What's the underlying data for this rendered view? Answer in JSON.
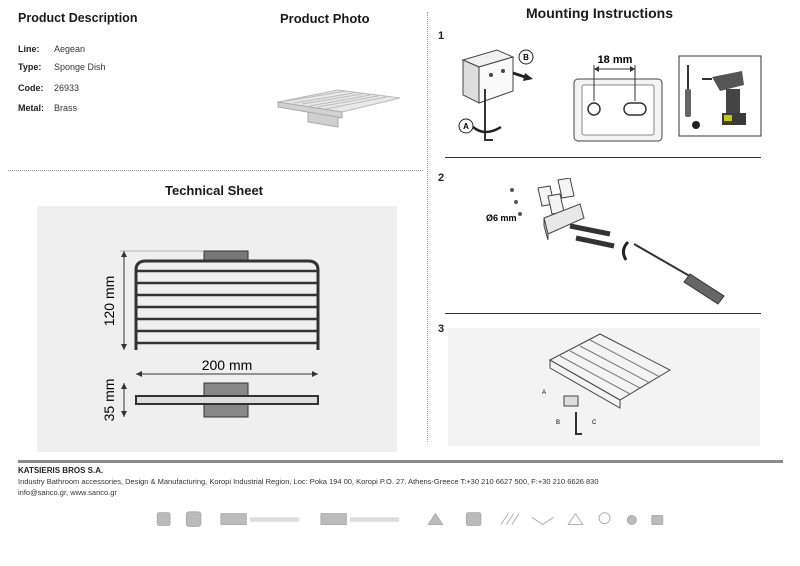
{
  "sections": {
    "product_description": "Product Description",
    "product_photo": "Product Photo",
    "mounting": "Mounting Instructions",
    "technical_sheet": "Technical Sheet"
  },
  "product": [
    {
      "key": "Line:",
      "value": "Aegean"
    },
    {
      "key": "Type:",
      "value": "Sponge Dish"
    },
    {
      "key": "Code:",
      "value": "26933"
    },
    {
      "key": "Metal:",
      "value": "Brass"
    }
  ],
  "steps": [
    "1",
    "2",
    "3"
  ],
  "step1": {
    "label_a": "A",
    "label_b": "B",
    "dim": "18 mm"
  },
  "step2": {
    "dim": "Ø6 mm"
  },
  "step3": {
    "label_a": "A",
    "label_b": "B",
    "label_c": "C"
  },
  "tech": {
    "height_label": "120 mm",
    "width_label": "200 mm",
    "depth_label": "35 mm"
  },
  "footer": {
    "company": "KATSIERIS BROS S.A.",
    "line1": "Industry Bathroom accessories, Design & Manufacturing, Koropi Industrial Region, Loc: Poka 194 00, Koropi P.O. 27. Athens-Greece   T:+30 210 6627 500, F:+30 210 6626 830",
    "line2": "info@sanco.gr, www.sanco.gr"
  },
  "colors": {
    "accent_bar": "#8a8a8a",
    "panel": "#efefef"
  }
}
